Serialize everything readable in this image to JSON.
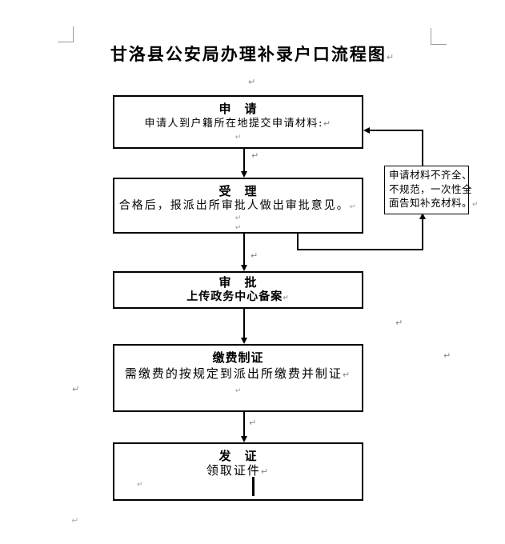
{
  "page": {
    "title": "甘洛县公安局办理补录户口流程图"
  },
  "pilcrow": "↵",
  "flow": {
    "boxes": [
      {
        "title": "申　请",
        "body": "申请人到户籍所在地提交申请材料:"
      },
      {
        "title": "受　理",
        "body": "合格后，报派出所审批人做出审批意见。"
      },
      {
        "title": "审　批",
        "body": "上传政务中心备案"
      },
      {
        "title": "缴费制证",
        "body": "需缴费的按规定到派出所缴费并制证"
      },
      {
        "title": "发　证",
        "body": "领取证件"
      }
    ],
    "side_note": {
      "line1": "申请材料不齐全、",
      "line2": "不规范，一次性全",
      "line3": "面告知补充材料。"
    }
  }
}
